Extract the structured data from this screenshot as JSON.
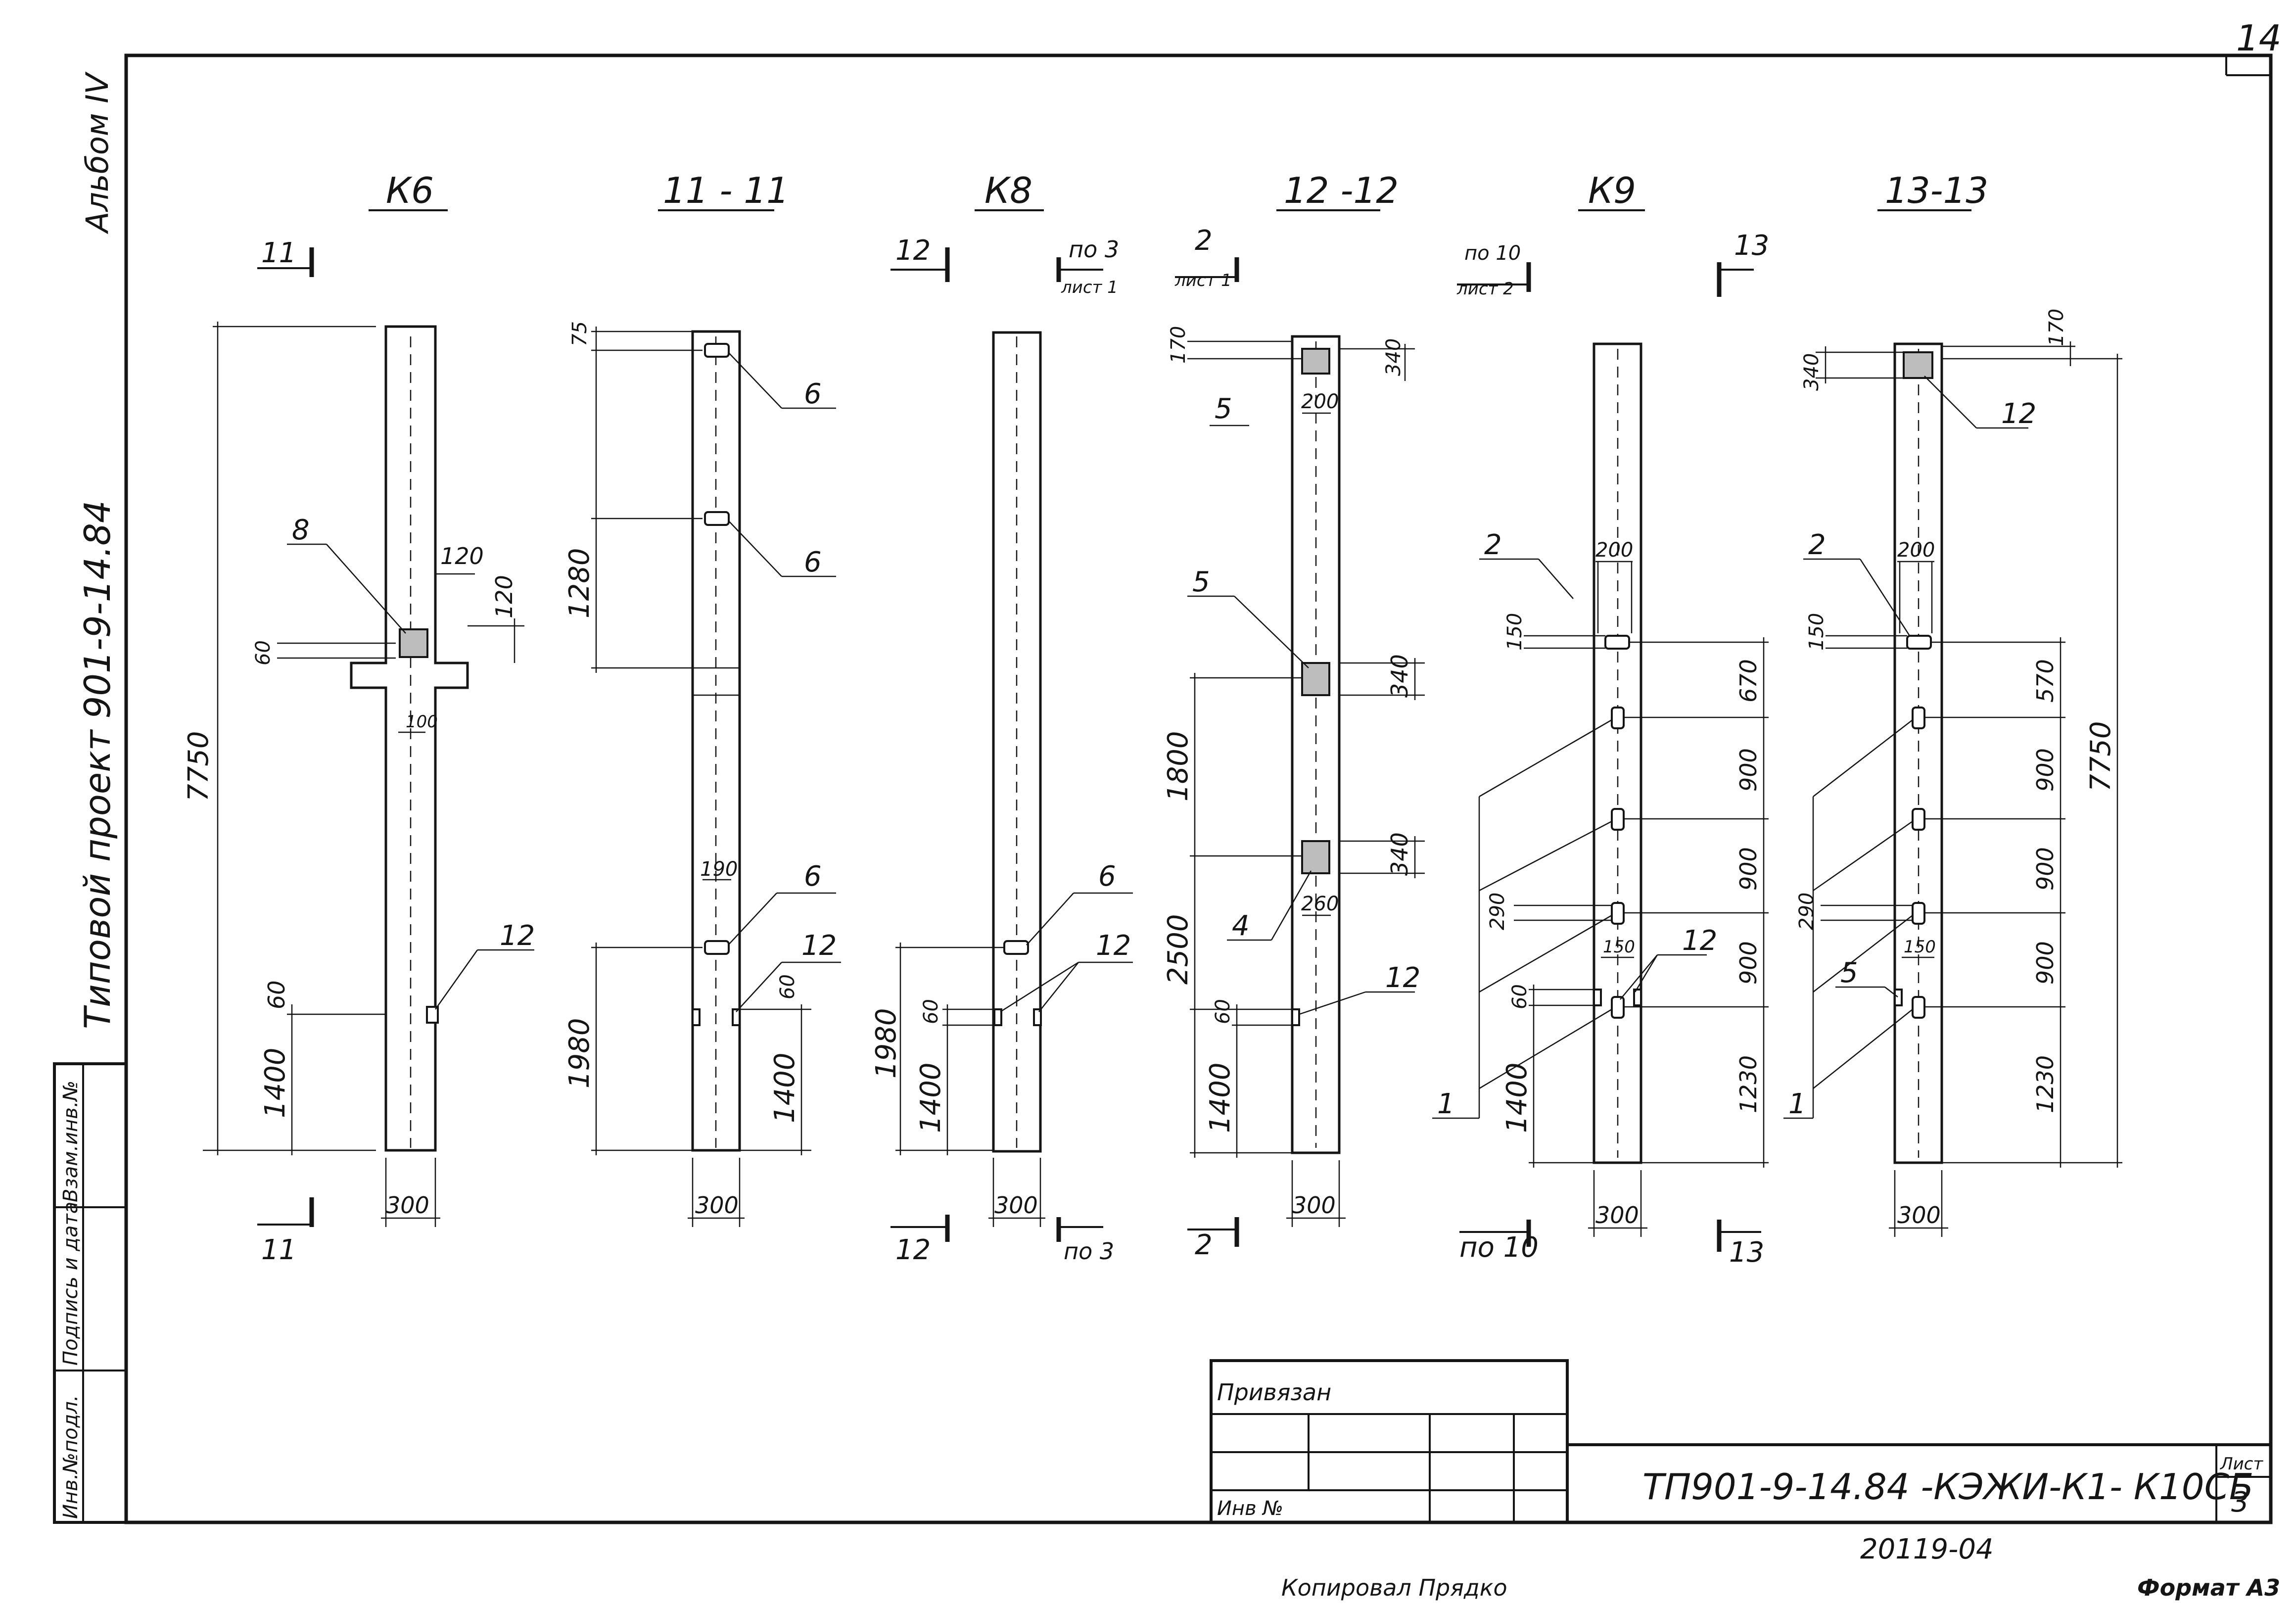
{
  "sheet": {
    "page_number": "14",
    "album": "Альбом IV",
    "project": "Типовой проект 901-9-14.84",
    "drawing_code": "ТП901-9-14.84 -КЭЖИ-К1- К10СБ",
    "sheet_label": "Лист",
    "sheet_number": "3",
    "archive_number": "20119-04",
    "copied_by": "Копировал Прядко",
    "format": "Формат А3",
    "bound_label": "Привязан",
    "inv_label": "Инв №"
  },
  "side_stamp": {
    "inv_orig": "Инв.№подл.",
    "signature_date": "Подпись и дата",
    "replaces_inv": "Взам.инв.№"
  },
  "views": {
    "k6": {
      "title": "К6",
      "section_mark": "11"
    },
    "s11": {
      "title": "11 - 11"
    },
    "k8": {
      "title": "К8",
      "section_mark": "12",
      "ref": "по 3",
      "ref_sheet": "лист 1"
    },
    "s12": {
      "title": "12 -12",
      "ref": "2",
      "ref_sheet": "лист 1"
    },
    "k9": {
      "title": "К9",
      "ref": "по 10",
      "ref_sheet": "лист 2",
      "section_mark": "13"
    },
    "s13": {
      "title": "13-13"
    }
  },
  "dims": {
    "k6": {
      "total": "7750",
      "w": "300",
      "bot": "1400",
      "off": "60",
      "pl_w": "120",
      "pl_off": "120",
      "cons": "60",
      "gap": "100"
    },
    "s11": {
      "top": "75",
      "d1": "1280",
      "d2": "1980",
      "w": "300",
      "bot": "1400",
      "off": "60",
      "pw": "190"
    },
    "k8": {
      "d1": "1980",
      "d2": "1400",
      "off": "60",
      "w": "300"
    },
    "s12": {
      "top": "170",
      "h1": "340",
      "w1": "200",
      "d1": "1800",
      "d2": "2500",
      "d3": "1400",
      "off": "60",
      "h2": "340",
      "h3": "340",
      "w2": "260",
      "w": "300"
    },
    "k9": {
      "pw": "200",
      "ph": "150",
      "d1": "670",
      "d2": "900",
      "d3": "900",
      "d4": "900",
      "d5": "1230",
      "bot": "1400",
      "off": "60",
      "gap": "290",
      "gap2": "150",
      "w": "300"
    },
    "s13": {
      "top": "170",
      "h1": "340",
      "pw": "200",
      "ph": "150",
      "d1": "570",
      "d2": "900",
      "d3": "900",
      "d4": "900",
      "d5": "1230",
      "total": "7750",
      "gap": "290",
      "gap2": "150",
      "w": "300"
    }
  },
  "callouts": [
    "8",
    "12",
    "6",
    "6",
    "6",
    "12",
    "6",
    "12",
    "5",
    "5",
    "4",
    "12",
    "2",
    "12",
    "1",
    "2",
    "5",
    "12",
    "1"
  ]
}
